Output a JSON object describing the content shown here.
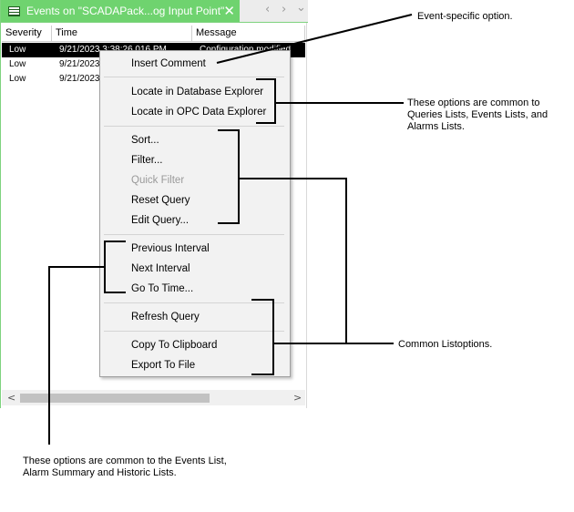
{
  "tab": {
    "title": "Events on \"SCADAPack...og Input Point\"",
    "close": "✕",
    "prev": "‹",
    "next": "›",
    "menu": "⌄"
  },
  "grid": {
    "columns": [
      "Severity",
      "Time",
      "Message"
    ],
    "rows": [
      {
        "severity": "Low",
        "time": "9/21/2023 3:38:26.016 PM",
        "message": "Configuration modified"
      },
      {
        "severity": "Low",
        "time": "9/21/2023",
        "message": ""
      },
      {
        "severity": "Low",
        "time": "9/21/2023",
        "message": ""
      }
    ]
  },
  "scrollbar": {
    "left": "<",
    "right": ">"
  },
  "menu": {
    "insert_comment": "Insert Comment",
    "locate_db": "Locate in Database Explorer",
    "locate_opc": "Locate in OPC Data Explorer",
    "sort": "Sort...",
    "filter": "Filter...",
    "quick_filter": "Quick Filter",
    "reset_query": "Reset Query",
    "edit_query": "Edit Query...",
    "previous_interval": "Previous Interval",
    "next_interval": "Next Interval",
    "go_to_time": "Go To Time...",
    "refresh_query": "Refresh Query",
    "copy_clipboard": "Copy To Clipboard",
    "export_file": "Export To File"
  },
  "annotations": {
    "event_specific": "Event-specific option.",
    "common_queries_l1": "These options are common to",
    "common_queries_l2": "Queries Lists, Events Lists, and",
    "common_queries_l3": "Alarms Lists.",
    "common_list": "Common Listoptions.",
    "events_l1": "These options are common to the Events List,",
    "events_l2": "Alarm Summary and Historic Lists."
  }
}
